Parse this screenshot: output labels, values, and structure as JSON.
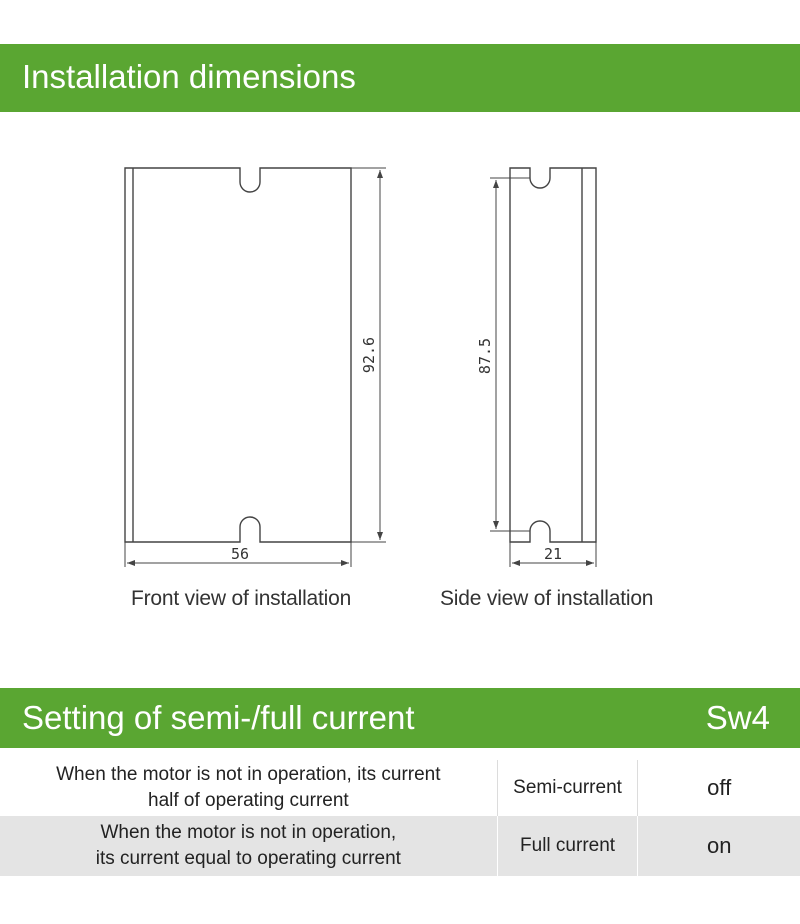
{
  "install": {
    "title": "Installation dimensions",
    "front": {
      "caption": "Front view of installation",
      "width_label": "56",
      "height_label": "92.6"
    },
    "side": {
      "caption": "Side view of installation",
      "width_label": "21",
      "height_label": "87.5"
    }
  },
  "current": {
    "title": "Setting of semi-/full current",
    "switch_label": "Sw4",
    "rows": [
      {
        "description_line1": "When the motor is not in operation, its current",
        "description_line2": "half of operating current",
        "mode": "Semi-current",
        "value": "off"
      },
      {
        "description_line1": "When the motor is not in operation,",
        "description_line2": "its current equal to operating current",
        "mode": "Full current",
        "value": "on"
      }
    ]
  },
  "colors": {
    "banner": "#5aa632",
    "row_alt": "#e4e4e4"
  }
}
